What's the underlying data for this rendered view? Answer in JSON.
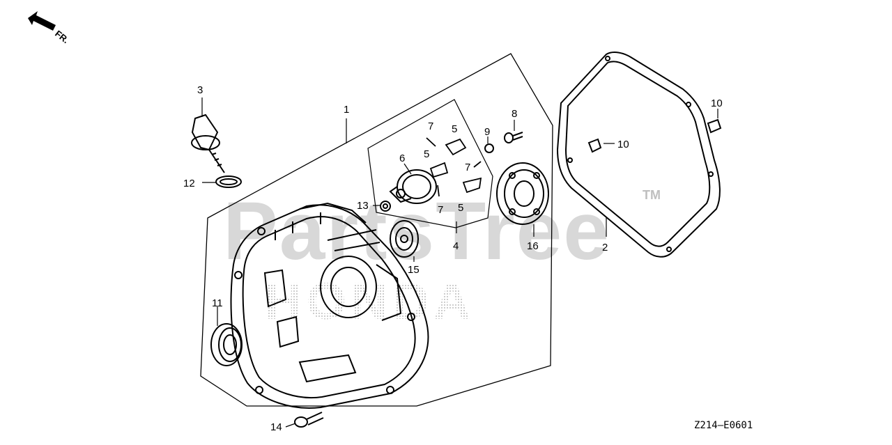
{
  "orientation": {
    "label": "FR."
  },
  "watermark": {
    "text": "PartsTree",
    "tm": "TM",
    "brand": "HONDA"
  },
  "diagram_code": "Z214—E0601",
  "callouts": {
    "c1": "1",
    "c2": "2",
    "c3": "3",
    "c4": "4",
    "c5a": "5",
    "c5b": "5",
    "c5c": "5",
    "c6": "6",
    "c7a": "7",
    "c7b": "7",
    "c7c": "7",
    "c8": "8",
    "c9": "9",
    "c10a": "10",
    "c10b": "10",
    "c11": "11",
    "c12": "12",
    "c13": "13",
    "c14": "14",
    "c15": "15",
    "c16": "16"
  },
  "colors": {
    "line": "#000000",
    "watermark": "#d4d4d4",
    "brand_dots": "#c8c8c8",
    "background": "#ffffff"
  }
}
